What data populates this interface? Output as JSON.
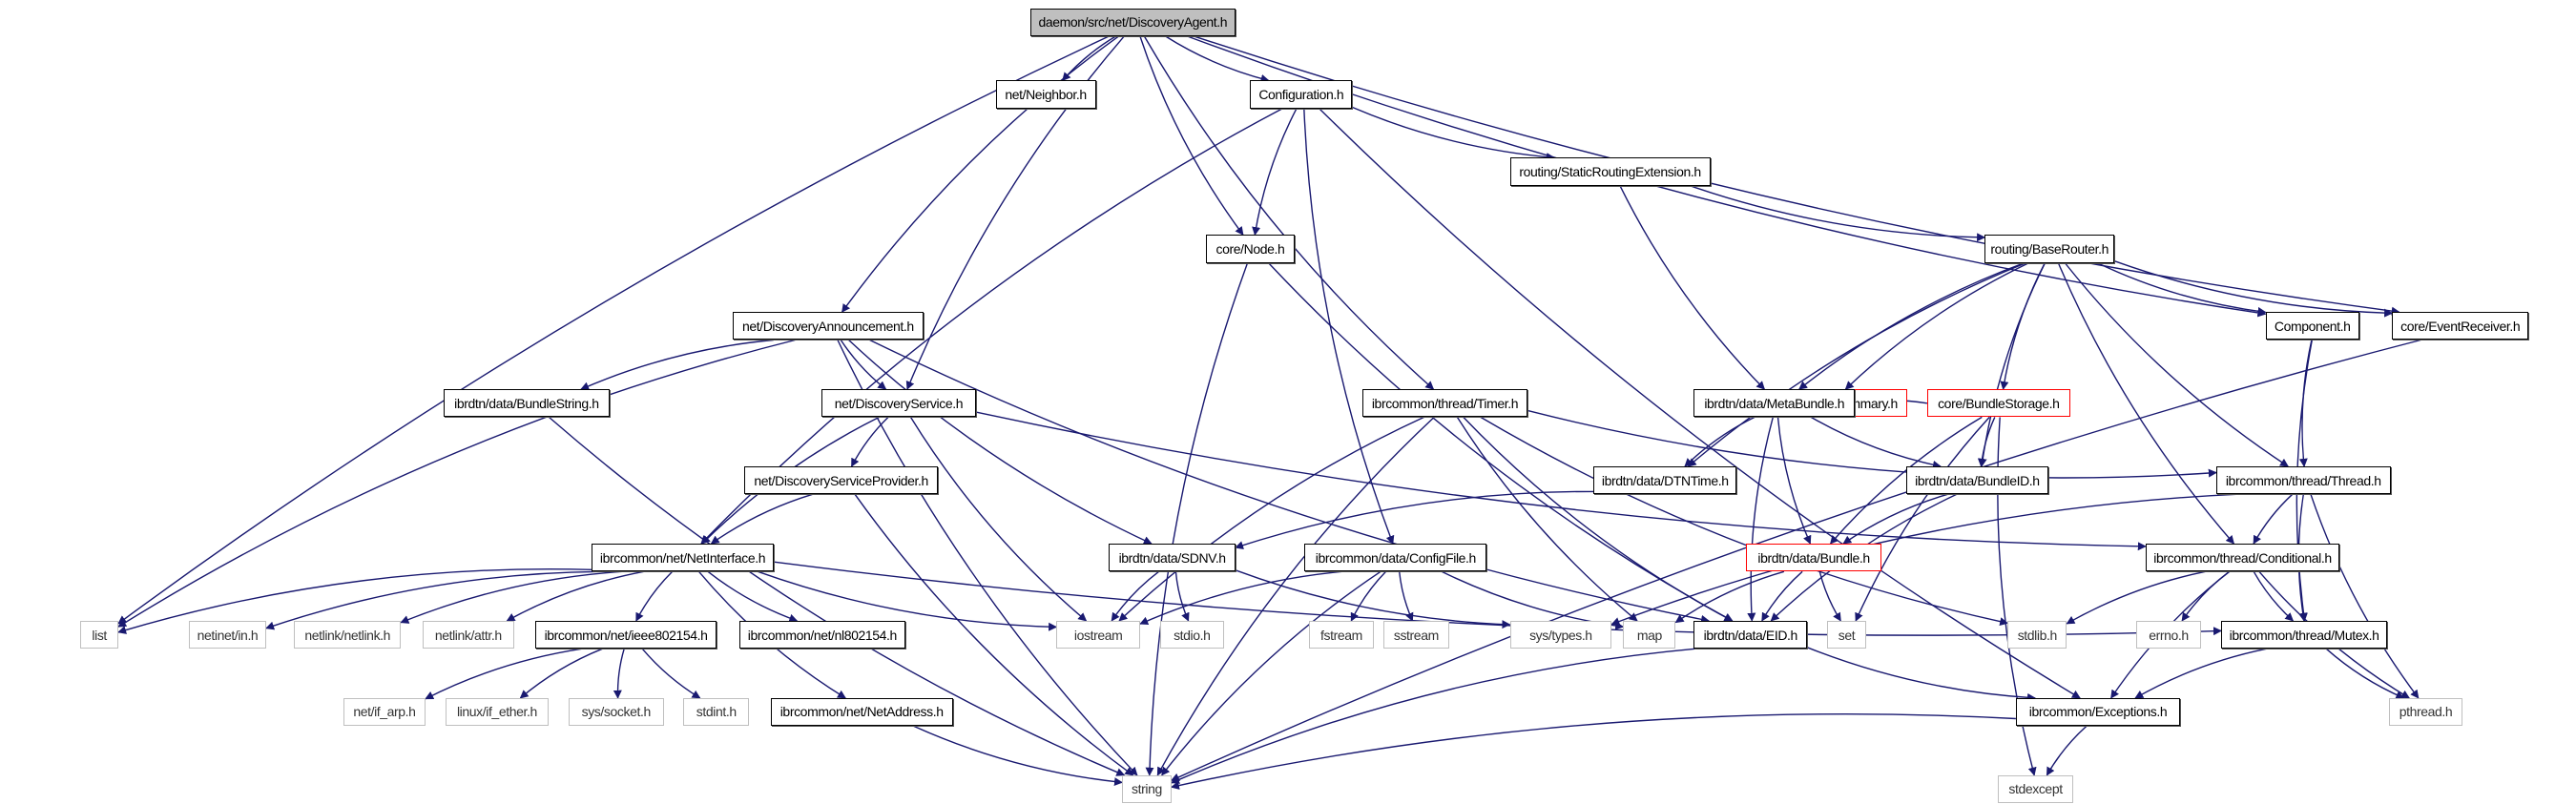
{
  "title": "daemon/src/net/DiscoveryAgent.h",
  "colors": {
    "edge": "#191970",
    "root_fill": "#bfbfbf",
    "project_border": "#000000",
    "system_border": "#bfbfbf",
    "missing_border": "#ff0000"
  },
  "nodes": [
    {
      "id": "agent",
      "label": "daemon/src/net/DiscoveryAgent.h",
      "kind": "root"
    },
    {
      "id": "neighbor",
      "label": "net/Neighbor.h",
      "kind": "project"
    },
    {
      "id": "configuration",
      "label": "Configuration.h",
      "kind": "project"
    },
    {
      "id": "staticrouting",
      "label": "routing/StaticRoutingExtension.h",
      "kind": "project"
    },
    {
      "id": "node",
      "label": "core/Node.h",
      "kind": "project"
    },
    {
      "id": "baserouter",
      "label": "routing/BaseRouter.h",
      "kind": "project"
    },
    {
      "id": "announcement",
      "label": "net/DiscoveryAnnouncement.h",
      "kind": "project"
    },
    {
      "id": "component",
      "label": "Component.h",
      "kind": "project"
    },
    {
      "id": "eventreceiver",
      "label": "core/EventReceiver.h",
      "kind": "project"
    },
    {
      "id": "bundlesummary",
      "label": "routing/BundleSummary.h",
      "kind": "missing"
    },
    {
      "id": "bundlestorage",
      "label": "core/BundleStorage.h",
      "kind": "missing"
    },
    {
      "id": "bundlestring",
      "label": "ibrdtn/data/BundleString.h",
      "kind": "project"
    },
    {
      "id": "service",
      "label": "net/DiscoveryService.h",
      "kind": "project"
    },
    {
      "id": "timer",
      "label": "ibrcommon/thread/Timer.h",
      "kind": "project"
    },
    {
      "id": "metabundle",
      "label": "ibrdtn/data/MetaBundle.h",
      "kind": "project"
    },
    {
      "id": "provider",
      "label": "net/DiscoveryServiceProvider.h",
      "kind": "project"
    },
    {
      "id": "dtntime",
      "label": "ibrdtn/data/DTNTime.h",
      "kind": "project"
    },
    {
      "id": "bundleid",
      "label": "ibrdtn/data/BundleID.h",
      "kind": "project"
    },
    {
      "id": "thread",
      "label": "ibrcommon/thread/Thread.h",
      "kind": "project"
    },
    {
      "id": "netinterface",
      "label": "ibrcommon/net/NetInterface.h",
      "kind": "project"
    },
    {
      "id": "sdnv",
      "label": "ibrdtn/data/SDNV.h",
      "kind": "project"
    },
    {
      "id": "configfile",
      "label": "ibrcommon/data/ConfigFile.h",
      "kind": "project"
    },
    {
      "id": "bundle",
      "label": "ibrdtn/data/Bundle.h",
      "kind": "missing"
    },
    {
      "id": "conditional",
      "label": "ibrcommon/thread/Conditional.h",
      "kind": "project"
    },
    {
      "id": "list",
      "label": "list",
      "kind": "system"
    },
    {
      "id": "netinet_in",
      "label": "netinet/in.h",
      "kind": "system"
    },
    {
      "id": "netlink_netlink",
      "label": "netlink/netlink.h",
      "kind": "system"
    },
    {
      "id": "netlink_attr",
      "label": "netlink/attr.h",
      "kind": "system"
    },
    {
      "id": "ieee802154",
      "label": "ibrcommon/net/ieee802154.h",
      "kind": "project"
    },
    {
      "id": "nl802154",
      "label": "ibrcommon/net/nl802154.h",
      "kind": "project"
    },
    {
      "id": "iostream",
      "label": "iostream",
      "kind": "system"
    },
    {
      "id": "stdio",
      "label": "stdio.h",
      "kind": "system"
    },
    {
      "id": "fstream",
      "label": "fstream",
      "kind": "system"
    },
    {
      "id": "sstream",
      "label": "sstream",
      "kind": "system"
    },
    {
      "id": "systypes",
      "label": "sys/types.h",
      "kind": "system"
    },
    {
      "id": "map",
      "label": "map",
      "kind": "system"
    },
    {
      "id": "eid",
      "label": "ibrdtn/data/EID.h",
      "kind": "project"
    },
    {
      "id": "set",
      "label": "set",
      "kind": "system"
    },
    {
      "id": "stdlib",
      "label": "stdlib.h",
      "kind": "system"
    },
    {
      "id": "errno",
      "label": "errno.h",
      "kind": "system"
    },
    {
      "id": "mutex",
      "label": "ibrcommon/thread/Mutex.h",
      "kind": "project"
    },
    {
      "id": "if_arp",
      "label": "net/if_arp.h",
      "kind": "system"
    },
    {
      "id": "if_ether",
      "label": "linux/if_ether.h",
      "kind": "system"
    },
    {
      "id": "socket",
      "label": "sys/socket.h",
      "kind": "system"
    },
    {
      "id": "stdint",
      "label": "stdint.h",
      "kind": "system"
    },
    {
      "id": "netaddress",
      "label": "ibrcommon/net/NetAddress.h",
      "kind": "project"
    },
    {
      "id": "exceptions",
      "label": "ibrcommon/Exceptions.h",
      "kind": "project"
    },
    {
      "id": "pthread",
      "label": "pthread.h",
      "kind": "system"
    },
    {
      "id": "string",
      "label": "string",
      "kind": "system"
    },
    {
      "id": "stdexcept",
      "label": "stdexcept",
      "kind": "system"
    }
  ],
  "edges": [
    [
      "agent",
      "list"
    ],
    [
      "agent",
      "neighbor"
    ],
    [
      "agent",
      "configuration"
    ],
    [
      "agent",
      "node"
    ],
    [
      "agent",
      "announcement"
    ],
    [
      "agent",
      "service"
    ],
    [
      "agent",
      "timer"
    ],
    [
      "agent",
      "component"
    ],
    [
      "agent",
      "eventreceiver"
    ],
    [
      "configuration",
      "staticrouting"
    ],
    [
      "configuration",
      "node"
    ],
    [
      "configuration",
      "configfile"
    ],
    [
      "configuration",
      "netinterface"
    ],
    [
      "configuration",
      "exceptions"
    ],
    [
      "staticrouting",
      "baserouter"
    ],
    [
      "staticrouting",
      "metabundle"
    ],
    [
      "node",
      "string"
    ],
    [
      "node",
      "eid"
    ],
    [
      "baserouter",
      "bundlesummary"
    ],
    [
      "baserouter",
      "bundlestorage"
    ],
    [
      "baserouter",
      "component"
    ],
    [
      "baserouter",
      "eventreceiver"
    ],
    [
      "baserouter",
      "metabundle"
    ],
    [
      "baserouter",
      "dtntime"
    ],
    [
      "baserouter",
      "bundleid"
    ],
    [
      "baserouter",
      "thread"
    ],
    [
      "baserouter",
      "conditional"
    ],
    [
      "announcement",
      "string"
    ],
    [
      "announcement",
      "list"
    ],
    [
      "announcement",
      "bundlestring"
    ],
    [
      "announcement",
      "service"
    ],
    [
      "announcement",
      "sdnv"
    ],
    [
      "announcement",
      "eid"
    ],
    [
      "bundlestring",
      "string"
    ],
    [
      "service",
      "netinterface"
    ],
    [
      "service",
      "provider"
    ],
    [
      "service",
      "iostream"
    ],
    [
      "service",
      "conditional"
    ],
    [
      "timer",
      "string"
    ],
    [
      "timer",
      "iostream"
    ],
    [
      "timer",
      "thread"
    ],
    [
      "timer",
      "map"
    ],
    [
      "timer",
      "eid"
    ],
    [
      "timer",
      "stdlib"
    ],
    [
      "bundlestorage",
      "metabundle"
    ],
    [
      "bundlestorage",
      "bundleid"
    ],
    [
      "bundlestorage",
      "bundle"
    ],
    [
      "bundlestorage",
      "set"
    ],
    [
      "bundlestorage",
      "stdexcept"
    ],
    [
      "component",
      "thread"
    ],
    [
      "component",
      "mutex"
    ],
    [
      "eventreceiver",
      "string"
    ],
    [
      "metabundle",
      "dtntime"
    ],
    [
      "metabundle",
      "bundleid"
    ],
    [
      "metabundle",
      "bundle"
    ],
    [
      "metabundle",
      "eid"
    ],
    [
      "provider",
      "netinterface"
    ],
    [
      "provider",
      "string"
    ],
    [
      "dtntime",
      "sdnv"
    ],
    [
      "bundleid",
      "bundle"
    ],
    [
      "bundleid",
      "eid"
    ],
    [
      "thread",
      "conditional"
    ],
    [
      "thread",
      "mutex"
    ],
    [
      "thread",
      "pthread"
    ],
    [
      "thread",
      "systypes"
    ],
    [
      "netinterface",
      "list"
    ],
    [
      "netinterface",
      "netinet_in"
    ],
    [
      "netinterface",
      "netlink_netlink"
    ],
    [
      "netinterface",
      "netlink_attr"
    ],
    [
      "netinterface",
      "ieee802154"
    ],
    [
      "netinterface",
      "nl802154"
    ],
    [
      "netinterface",
      "iostream"
    ],
    [
      "netinterface",
      "netaddress"
    ],
    [
      "netinterface",
      "mutex"
    ],
    [
      "sdnv",
      "iostream"
    ],
    [
      "sdnv",
      "stdio"
    ],
    [
      "sdnv",
      "systypes"
    ],
    [
      "configfile",
      "iostream"
    ],
    [
      "configfile",
      "fstream"
    ],
    [
      "configfile",
      "sstream"
    ],
    [
      "configfile",
      "string"
    ],
    [
      "configfile",
      "map"
    ],
    [
      "bundle",
      "map"
    ],
    [
      "bundle",
      "eid"
    ],
    [
      "bundle",
      "set"
    ],
    [
      "conditional",
      "stdlib"
    ],
    [
      "conditional",
      "errno"
    ],
    [
      "conditional",
      "mutex"
    ],
    [
      "conditional",
      "exceptions"
    ],
    [
      "conditional",
      "pthread"
    ],
    [
      "ieee802154",
      "if_arp"
    ],
    [
      "ieee802154",
      "if_ether"
    ],
    [
      "ieee802154",
      "socket"
    ],
    [
      "ieee802154",
      "stdint"
    ],
    [
      "netaddress",
      "string"
    ],
    [
      "eid",
      "exceptions"
    ],
    [
      "eid",
      "string"
    ],
    [
      "mutex",
      "exceptions"
    ],
    [
      "mutex",
      "pthread"
    ],
    [
      "exceptions",
      "string"
    ],
    [
      "exceptions",
      "stdexcept"
    ]
  ]
}
